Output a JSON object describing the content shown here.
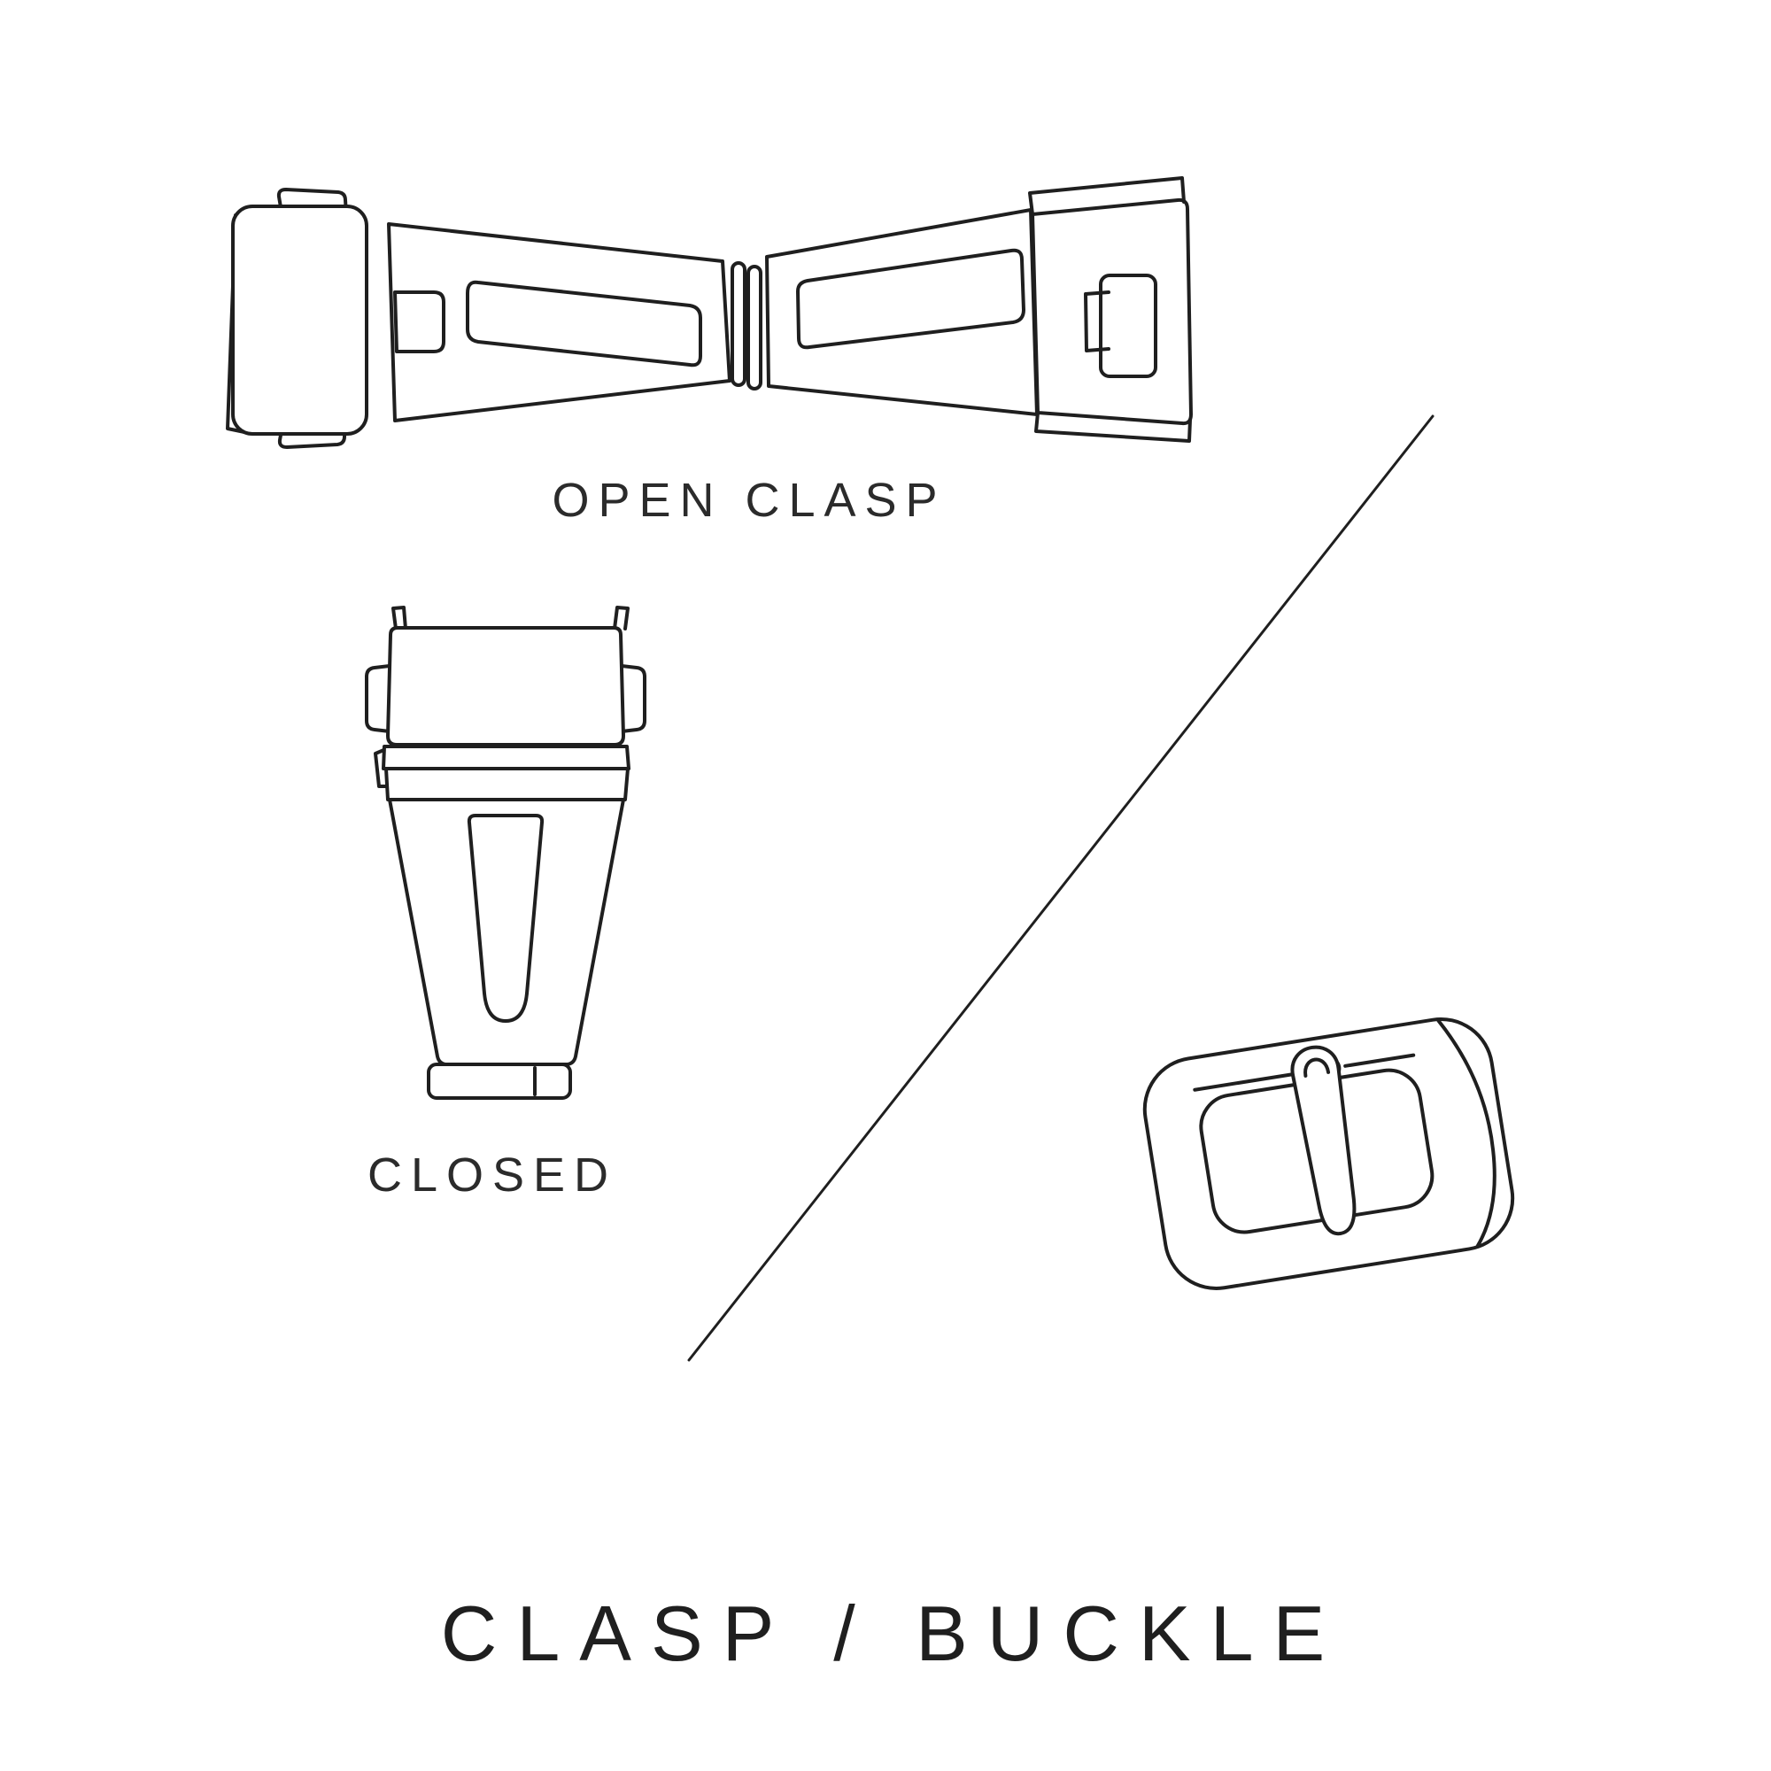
{
  "diagram": {
    "title": "CLASP / BUCKLE",
    "labels": {
      "open_clasp": "OPEN CLASP",
      "closed": "CLOSED"
    },
    "icons": [
      "open-clasp-illustration",
      "closed-clasp-illustration",
      "buckle-illustration",
      "diagonal-divider-line"
    ],
    "colors": {
      "line": "#1f1f1f",
      "background": "#ffffff",
      "text": "#2b2b2b"
    }
  }
}
